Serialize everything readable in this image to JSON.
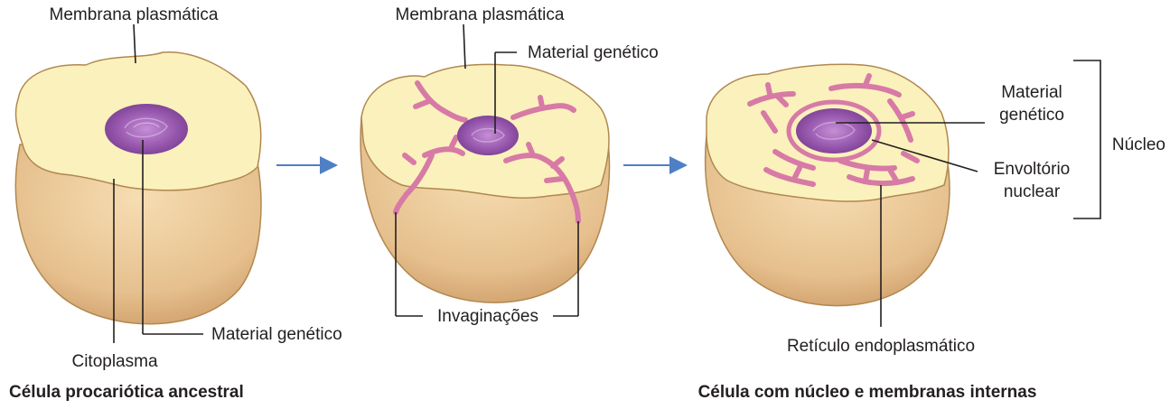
{
  "labels": {
    "membrana_1": "Membrana plasmática",
    "membrana_2": "Membrana plasmática",
    "material_1": "Material genético",
    "material_2": "Material genético",
    "citoplasma": "Citoplasma",
    "invaginacoes": "Invaginações",
    "material_3_line1": "Material",
    "material_3_line2": "genético",
    "envoltorio_line1": "Envoltório",
    "envoltorio_line2": "nuclear",
    "nucleo": "Núcleo",
    "reticulo": "Retículo endoplasmático"
  },
  "captions": {
    "left": "Célula procariótica ancestral",
    "right": "Célula com núcleo e membranas internas"
  },
  "colors": {
    "cytoplasm_top": "#fbf1bc",
    "cell_side": "#e8c494",
    "outline": "#b08850",
    "genetic_material": "#9a5bb0",
    "membrane": "#d77aa6",
    "arrow": "#4f7fc4"
  }
}
